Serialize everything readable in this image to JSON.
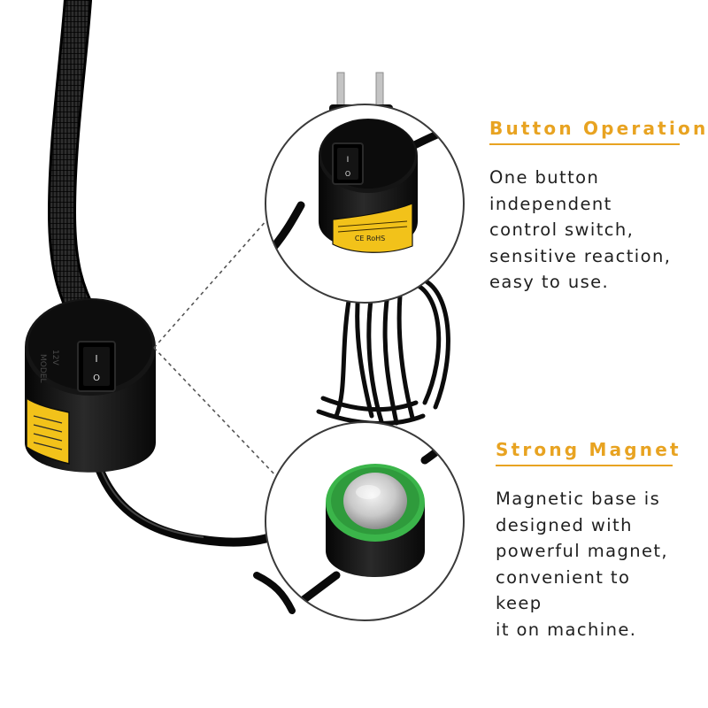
{
  "features": [
    {
      "title": "Button Operation",
      "description": "One button\nindependent\ncontrol switch,\nsensitive reaction,\neasy to use."
    },
    {
      "title": "Strong Magnet",
      "description": "Magnetic base is\ndesigned with\npowerful magnet,\nconvenient to keep\nit on machine."
    }
  ],
  "product": {
    "switch_on_symbol": "I",
    "switch_off_symbol": "O",
    "label_badge_text": "CE RoHS"
  },
  "colors": {
    "accent": "#e8a321",
    "body_text": "#1f1f1f",
    "device_black": "#111111",
    "magnet_ring_green": "#3bb54a",
    "label_yellow": "#f2c21a"
  },
  "icons": {
    "connector": "dashed-callout-line",
    "switch": "rocker-switch-icon",
    "magnet": "magnet-disc-icon"
  }
}
